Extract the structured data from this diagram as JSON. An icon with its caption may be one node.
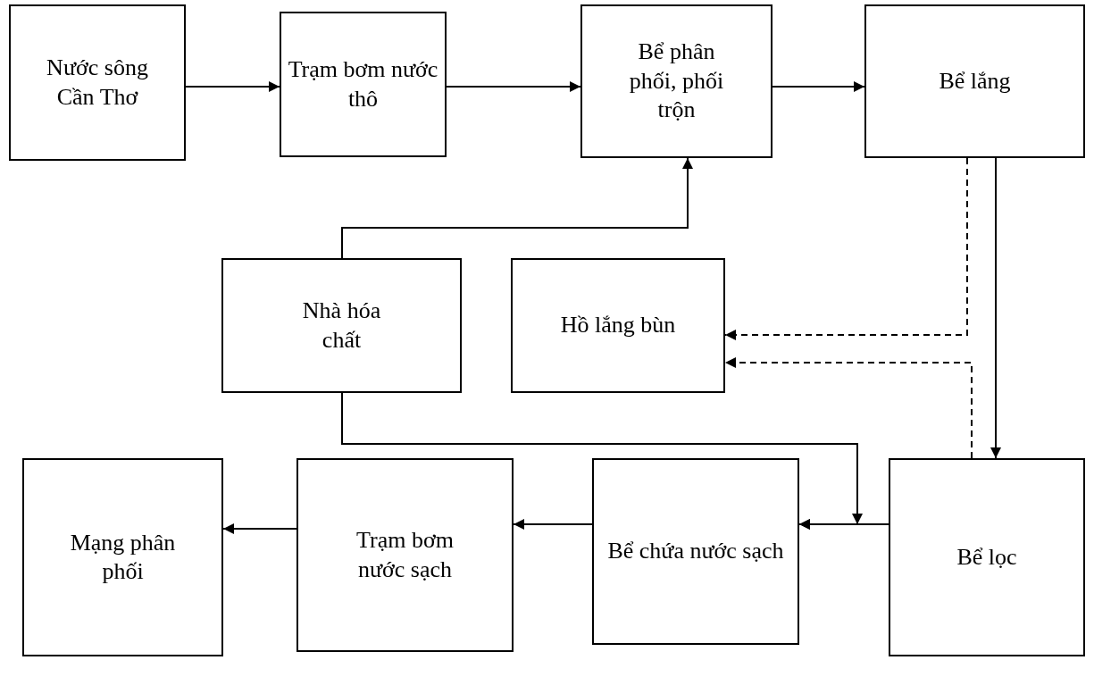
{
  "diagram": {
    "nodes": [
      {
        "text": [
          "Nước sông Cần Thơ"
        ]
      },
      {
        "text": [
          "Trạm bơm nước thô"
        ]
      },
      {
        "text": [
          "Bể phân phối, phối trộn"
        ]
      },
      {
        "text": [
          "Bể lắng"
        ]
      },
      {
        "text": [
          "Nhà hóa chất"
        ]
      },
      {
        "text": [
          "Hồ lắng bùn"
        ]
      },
      {
        "text": [
          "Mạng phân phối"
        ]
      },
      {
        "text": [
          "Trạm bơm nước sạch"
        ]
      },
      {
        "text": [
          "Bể chứa nước sạch"
        ]
      },
      {
        "text": [
          "Bể lọc"
        ]
      }
    ],
    "edges": [
      {
        "from": 0,
        "to": 1,
        "arrow": "to"
      },
      {
        "from": 1,
        "to": 2,
        "arrow": "to"
      },
      {
        "from": 2,
        "to": 3,
        "arrow": "to"
      },
      {
        "from": 4,
        "to": 2,
        "arrow": "to"
      },
      {
        "from": 3,
        "to": 9,
        "arrow": "to"
      },
      {
        "from": 3,
        "to": 5,
        "arrow": "to",
        "style": "dashed"
      },
      {
        "from": 9,
        "to": 5,
        "arrow": "to",
        "style": "dashed"
      },
      {
        "from": 4,
        "to": 8,
        "arrow": "to"
      },
      {
        "from": 9,
        "to": 8,
        "arrow": "to"
      },
      {
        "from": 8,
        "to": 7,
        "arrow": "to"
      },
      {
        "from": 7,
        "to": 6,
        "arrow": "to"
      }
    ]
  }
}
